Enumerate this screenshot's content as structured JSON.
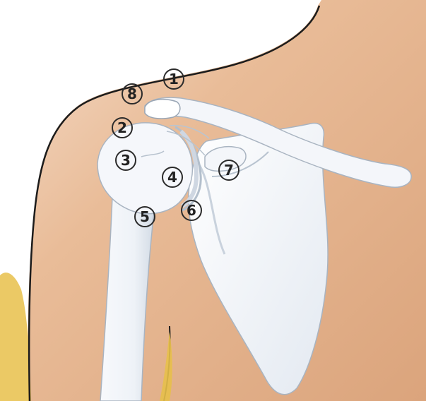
{
  "diagram": {
    "colors": {
      "skin_base": "#e6b591",
      "skin_shadow": "#d79b6e",
      "skin_highlight": "#f3d8c2",
      "bone": "#f4f6fa",
      "bone_shadow": "#c5ced9",
      "bone_outline": "#a9b4c1",
      "body_outline": "#1c1c1c",
      "yellow_edge": "#e0b53c"
    },
    "labels": [
      {
        "id": "1",
        "text": "①"
      },
      {
        "id": "2",
        "text": "②"
      },
      {
        "id": "3",
        "text": "③"
      },
      {
        "id": "4",
        "text": "④"
      },
      {
        "id": "5",
        "text": "⑤"
      },
      {
        "id": "6",
        "text": "⑥"
      },
      {
        "id": "7",
        "text": "⑦"
      },
      {
        "id": "8",
        "text": "⑧"
      }
    ]
  }
}
